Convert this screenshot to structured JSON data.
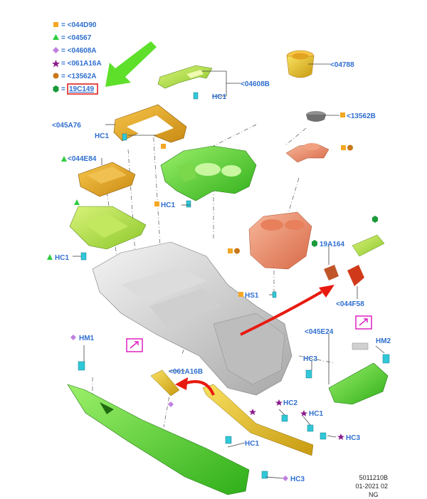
{
  "legend": [
    {
      "symbol": "square",
      "color": "#f5a623",
      "text": "= <044D90"
    },
    {
      "symbol": "triangle",
      "color": "#2ecc40",
      "text": "= <04567"
    },
    {
      "symbol": "diamond",
      "color": "#c080e0",
      "text": "= <04608A"
    },
    {
      "symbol": "star",
      "color": "#8b1a8b",
      "text": "= <061A16A"
    },
    {
      "symbol": "circle",
      "color": "#c8781a",
      "text": "= <13562A"
    },
    {
      "symbol": "hexagon",
      "color": "#1a9a3a",
      "text": "= ",
      "highlight": "19C149"
    }
  ],
  "labels": {
    "p04788": "<04788",
    "p04608B": "<04608B",
    "hc1_top": "HC1",
    "p045A76": "<045A76",
    "hc1_bezel": "HC1",
    "p13562B": "<13562B",
    "p044E84": "<044E84",
    "hc1_mid": "HC1",
    "hc1_left": "HC1",
    "p19A164": "19A164",
    "hs1": "HS1",
    "p044F58": "<044F58",
    "hm1": "HM1",
    "p045E24": "<045E24",
    "hm2": "HM2",
    "hc3_right": "HC3",
    "p061A16B": "<061A16B",
    "hc2": "HC2",
    "hc1_bot": "HC1",
    "hc3_bot": "HC3",
    "hc1_trim": "HC1",
    "hc3_trim": "HC3"
  },
  "reference": {
    "code": "5011210B",
    "date": "01-2021 02",
    "suffix": "NG"
  },
  "colors": {
    "label_blue": "#2f6fd0",
    "highlight_red": "#e02020",
    "arrow_green": "#5ee02a",
    "arrow_red": "#e81a10",
    "callout_magenta": "#e020c0",
    "clip_cyan": "#30c8d8"
  }
}
